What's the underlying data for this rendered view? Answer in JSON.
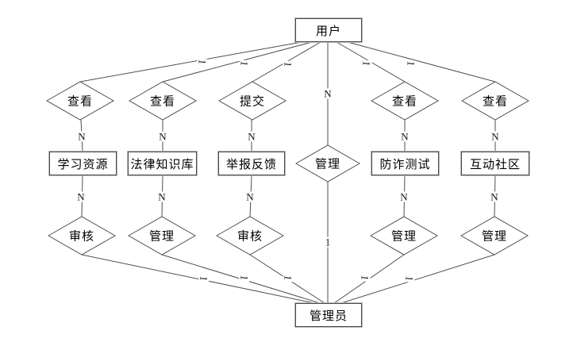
{
  "colors": {
    "background": "#ffffff",
    "line": "#4f4f4f",
    "shape_border": "#4a4a4a",
    "shape_fill": "#ffffff",
    "text": "#000000"
  },
  "entities": {
    "user": "用户",
    "learning_resources": "学习资源",
    "legal_knowledge_base": "法律知识库",
    "report_feedback": "举报反馈",
    "fraud_test": "防诈测试",
    "community": "互动社区",
    "admin": "管理员"
  },
  "relationships": {
    "view_learning": "查看",
    "view_legal": "查看",
    "submit_report": "提交",
    "manage_user_admin": "管理",
    "view_fraud": "查看",
    "view_community": "查看",
    "audit_learning": "审核",
    "manage_legal": "管理",
    "audit_report": "审核",
    "manage_fraud": "管理",
    "manage_community": "管理"
  },
  "cardinalities": {
    "one": "1",
    "many": "N"
  },
  "structure": [
    {
      "from": "用户",
      "from_card": "1",
      "relationship": "查看",
      "to_card": "N",
      "to": "学习资源"
    },
    {
      "from": "用户",
      "from_card": "1",
      "relationship": "查看",
      "to_card": "N",
      "to": "法律知识库"
    },
    {
      "from": "用户",
      "from_card": "1",
      "relationship": "提交",
      "to_card": "N",
      "to": "举报反馈"
    },
    {
      "from": "用户",
      "from_card": "N",
      "relationship": "管理",
      "to_card": "1",
      "to": "管理员"
    },
    {
      "from": "用户",
      "from_card": "1",
      "relationship": "查看",
      "to_card": "N",
      "to": "防诈测试"
    },
    {
      "from": "用户",
      "from_card": "1",
      "relationship": "查看",
      "to_card": "N",
      "to": "互动社区"
    },
    {
      "from": "管理员",
      "from_card": "1",
      "relationship": "审核",
      "to_card": "N",
      "to": "学习资源"
    },
    {
      "from": "管理员",
      "from_card": "1",
      "relationship": "管理",
      "to_card": "N",
      "to": "法律知识库"
    },
    {
      "from": "管理员",
      "from_card": "1",
      "relationship": "审核",
      "to_card": "N",
      "to": "举报反馈"
    },
    {
      "from": "管理员",
      "from_card": "1",
      "relationship": "管理",
      "to_card": "N",
      "to": "防诈测试"
    },
    {
      "from": "管理员",
      "from_card": "1",
      "relationship": "管理",
      "to_card": "N",
      "to": "互动社区"
    }
  ]
}
